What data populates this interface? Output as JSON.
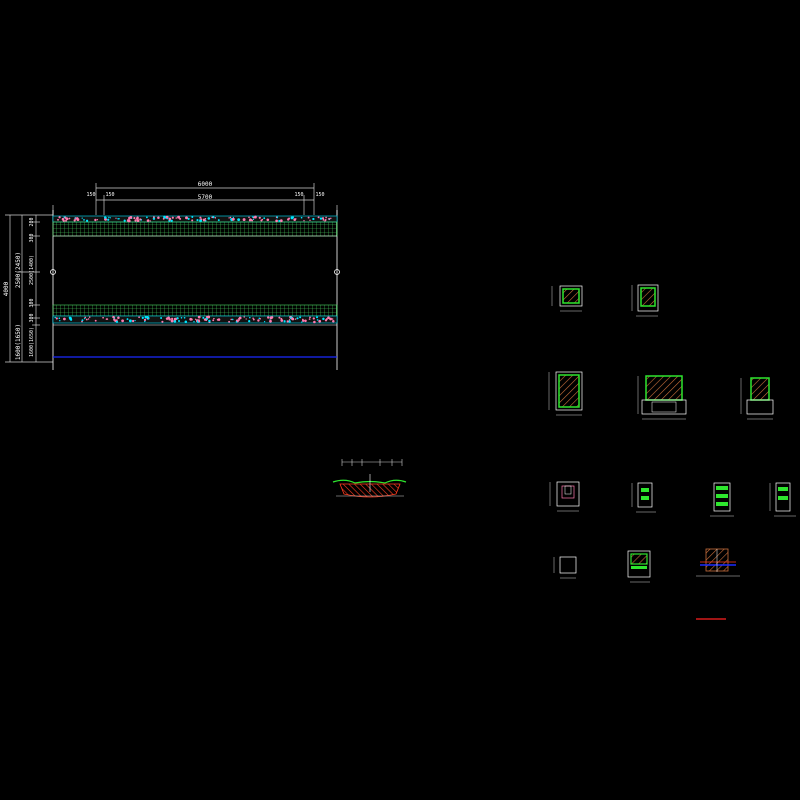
{
  "drawing": {
    "background": "#000000",
    "colors": {
      "line": "#ffffff",
      "dim": "#cfcfcf",
      "hatch_pink": "#ff7bb0",
      "hatch_cyan": "#00e5ff",
      "grid_green": "#4cd964",
      "earth_red": "#ff3b1f",
      "water_blue": "#1a2bff",
      "member_green": "#2ee62e",
      "member_brown": "#c86f3c",
      "marker_red": "#ff2020"
    },
    "elevation": {
      "dims_top": {
        "total": "6000",
        "inner": "5700",
        "left_a": "150",
        "left_b": "150",
        "right_a": "150",
        "right_b": "150"
      },
      "dims_left": {
        "total": "4000",
        "upper": "2500(2450)",
        "lower": "1600(1650)",
        "d1": "200",
        "d2": "300",
        "d3": "2500(1400)",
        "d4": "300",
        "d5": "300",
        "d6": "1600(1650)"
      }
    }
  }
}
